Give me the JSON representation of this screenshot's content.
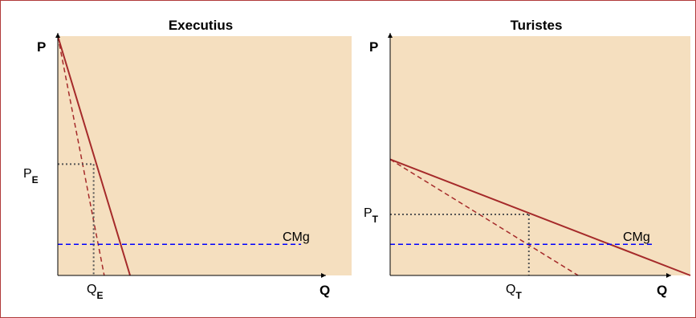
{
  "chart_data": [
    {
      "type": "line",
      "title": "Executius",
      "xlabel": "Q",
      "ylabel": "P",
      "xlim": [
        0,
        100
      ],
      "ylim": [
        0,
        100
      ],
      "colors": {
        "background": "#f5dfbf",
        "demand": "#a52a2a",
        "cost": "#0000ff",
        "guide": "#555555"
      },
      "series": [
        {
          "role": "demand",
          "style": "solid",
          "points": [
            [
              0,
              100
            ],
            [
              24.6,
              0
            ]
          ]
        },
        {
          "role": "marginal-revenue",
          "style": "dashed",
          "points": [
            [
              0,
              100
            ],
            [
              15.8,
              0
            ]
          ]
        },
        {
          "role": "marginal-cost",
          "style": "dashed",
          "points": [
            [
              0,
              13
            ],
            [
              82.8,
              13
            ]
          ]
        }
      ],
      "equilibrium": {
        "q": 12.2,
        "p": 46.5
      },
      "p_label": {
        "main": "P",
        "sub": "E"
      },
      "q_label": {
        "main": "Q",
        "sub": "E"
      },
      "cost_label": "CMg"
    },
    {
      "type": "line",
      "title": "Turistes",
      "xlabel": "Q",
      "ylabel": "P",
      "xlim": [
        0,
        100
      ],
      "ylim": [
        0,
        100
      ],
      "colors": {
        "background": "#f5dfbf",
        "demand": "#a52a2a",
        "cost": "#0000ff",
        "guide": "#555555"
      },
      "series": [
        {
          "role": "demand",
          "style": "solid",
          "points": [
            [
              0,
              48.5
            ],
            [
              100,
              0
            ]
          ]
        },
        {
          "role": "marginal-revenue",
          "style": "dashed",
          "points": [
            [
              0,
              48.5
            ],
            [
              62.6,
              0
            ]
          ]
        },
        {
          "role": "marginal-cost",
          "style": "dashed",
          "points": [
            [
              0,
              13
            ],
            [
              88.2,
              13
            ]
          ]
        }
      ],
      "equilibrium": {
        "q": 46.2,
        "p": 25.5
      },
      "p_label": {
        "main": "P",
        "sub": "T"
      },
      "q_label": {
        "main": "Q",
        "sub": "T"
      },
      "cost_label": "CMg"
    }
  ]
}
